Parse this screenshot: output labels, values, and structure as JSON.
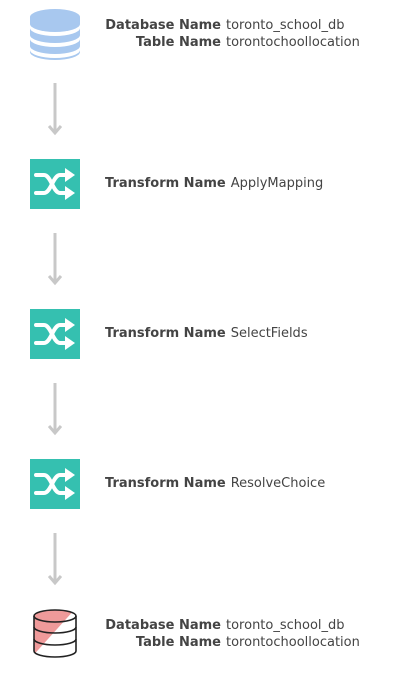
{
  "colors": {
    "source_db": "#a8c8ef",
    "transform": "#35c0b0",
    "target_db_fill": "#ef9a9a",
    "arrow": "#c8c8c8",
    "text": "#444444"
  },
  "flow": {
    "source": {
      "icon": "database-icon",
      "database_key": "Database Name",
      "database_value": "toronto_school_db",
      "table_key": "Table Name",
      "table_value": "torontochoollocation"
    },
    "transforms": [
      {
        "icon": "shuffle-icon",
        "key": "Transform Name",
        "value": "ApplyMapping"
      },
      {
        "icon": "shuffle-icon",
        "key": "Transform Name",
        "value": "SelectFields"
      },
      {
        "icon": "shuffle-icon",
        "key": "Transform Name",
        "value": "ResolveChoice"
      }
    ],
    "target": {
      "icon": "database-target-icon",
      "database_key": "Database Name",
      "database_value": "toronto_school_db",
      "table_key": "Table Name",
      "table_value": "torontochoollocation"
    }
  }
}
